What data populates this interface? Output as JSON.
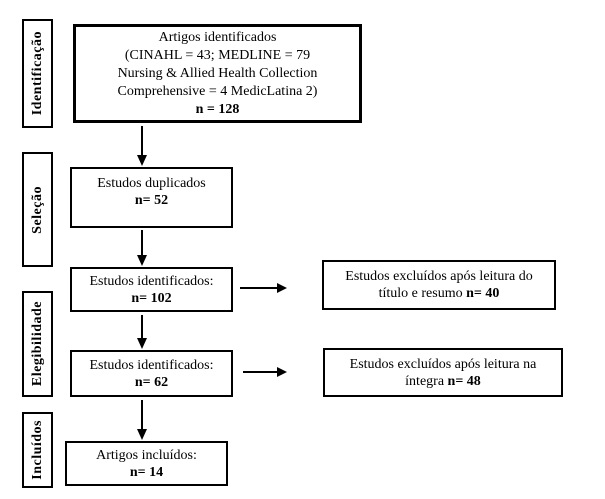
{
  "diagram": {
    "background_color": "#ffffff",
    "line_color": "#000000",
    "stages": [
      {
        "label": "Identificação"
      },
      {
        "label": "Seleção"
      },
      {
        "label": "Elegibilidade"
      },
      {
        "label": "Incluídos"
      }
    ],
    "boxes": {
      "identified": {
        "lines": [
          "Artigos identificados",
          "(CINAHL = 43; MEDLINE = 79",
          "Nursing & Allied Health Collection",
          "Comprehensive = 4 MedicLatina 2)"
        ],
        "n": "n = 128"
      },
      "duplicates": {
        "label": "Estudos duplicados",
        "n": "n= 52"
      },
      "screened": {
        "label": "Estudos identificados:",
        "n": "n= 102"
      },
      "eligible": {
        "label": "Estudos identificados:",
        "n": "n= 62"
      },
      "included": {
        "label": "Artigos incluídos:",
        "n": "n= 14"
      },
      "excluded_title": {
        "label": "Estudos excluídos após leitura do título e resumo ",
        "n": "n= 40"
      },
      "excluded_fulltext": {
        "label": "Estudos excluídos após leitura na íntegra ",
        "n": "n= 48"
      }
    }
  }
}
